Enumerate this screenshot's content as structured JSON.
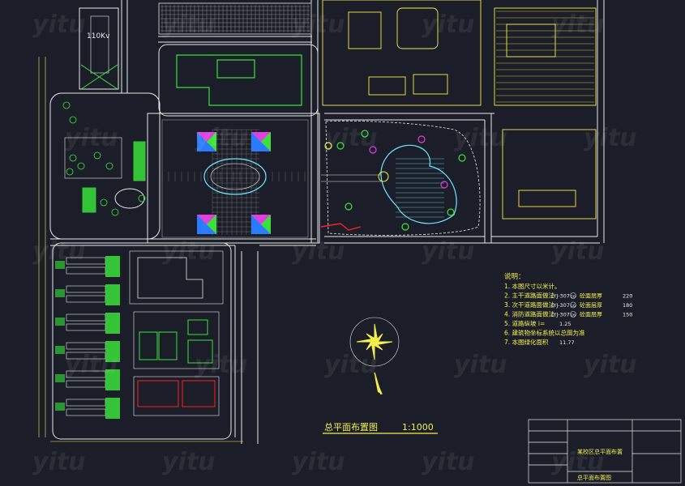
{
  "drawing": {
    "substation_label": "110Kv",
    "title": "总平面布置图",
    "scale": "1:1000"
  },
  "notes": {
    "heading": "说明：",
    "items": [
      {
        "num": "1.",
        "text": "本图尺寸以米计。"
      },
      {
        "num": "2.",
        "text": "主干道路面做法",
        "code": "(YJ-307",
        "tag": "16",
        "extra": "砼面层厚",
        "value": "220"
      },
      {
        "num": "3.",
        "text": "次干道路面做法",
        "code": "(YJ-307",
        "tag": "16",
        "extra": "砼面层厚",
        "value": "180"
      },
      {
        "num": "4.",
        "text": "消防道路面做法",
        "code": "(YJ-307",
        "tag": "16",
        "extra": "砼面层厚",
        "value": "150"
      },
      {
        "num": "5.",
        "text": "道路纵坡 i=",
        "value": "1.25"
      },
      {
        "num": "6.",
        "text": "建筑物坐标系统以总图为准"
      },
      {
        "num": "7.",
        "text": "本图绿化面积",
        "value": "11.77"
      }
    ]
  },
  "title_block": {
    "project": "某校区总平面布置",
    "sheet": "总平面布置图"
  },
  "watermark": "yitu",
  "colors": {
    "background": "#1b1e28",
    "road": "#e8e8e8",
    "yellow": "#f2f04a",
    "green": "#39e23a",
    "cyan": "#6ee6ff",
    "magenta": "#e040e0",
    "red": "#ff2020",
    "orange": "#ff8c00"
  }
}
